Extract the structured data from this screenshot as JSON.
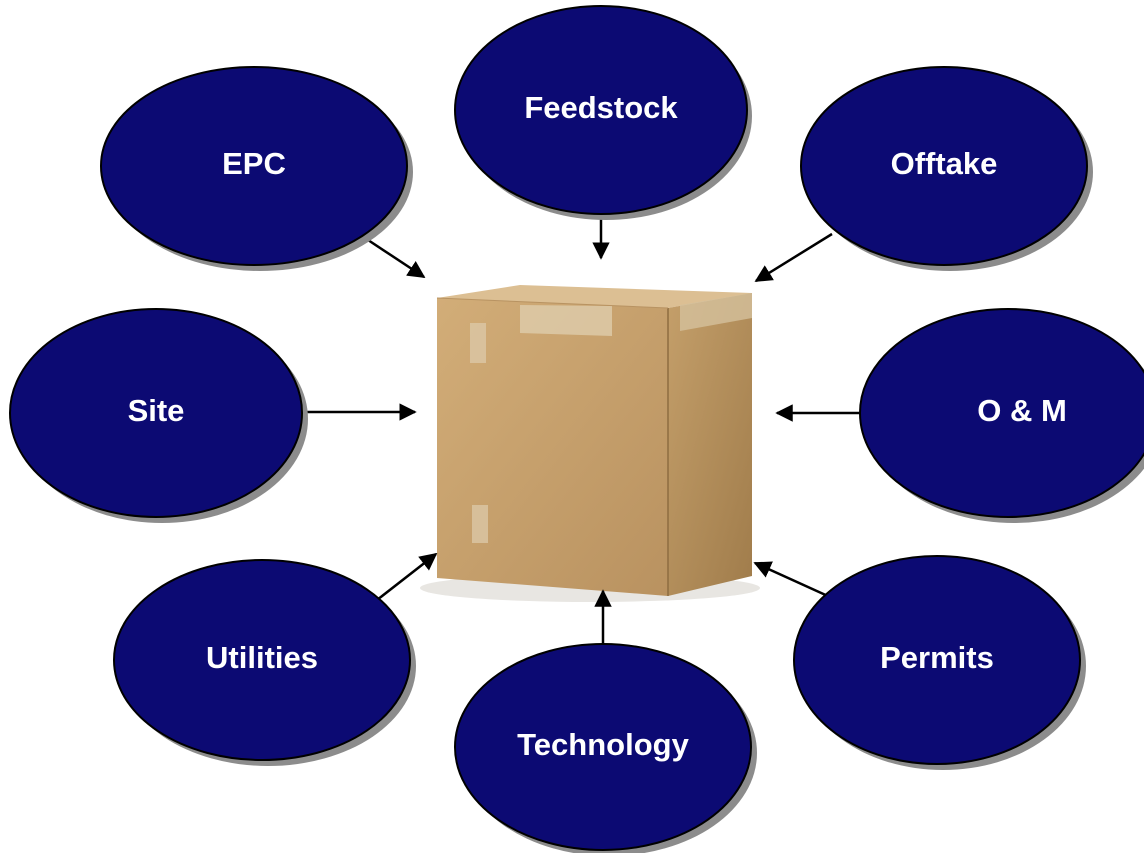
{
  "diagram": {
    "nodes": [
      {
        "id": "feedstock",
        "label": "Feedstock"
      },
      {
        "id": "epc",
        "label": "EPC"
      },
      {
        "id": "offtake",
        "label": "Offtake"
      },
      {
        "id": "site",
        "label": "Site"
      },
      {
        "id": "om",
        "label": "O & M"
      },
      {
        "id": "utilities",
        "label": "Utilities"
      },
      {
        "id": "permits",
        "label": "Permits"
      },
      {
        "id": "technology",
        "label": "Technology"
      }
    ],
    "center": {
      "id": "box",
      "image": "cardboard-box"
    },
    "edges": [
      {
        "from": "feedstock",
        "to": "box"
      },
      {
        "from": "epc",
        "to": "box"
      },
      {
        "from": "offtake",
        "to": "box"
      },
      {
        "from": "site",
        "to": "box"
      },
      {
        "from": "om",
        "to": "box"
      },
      {
        "from": "utilities",
        "to": "box"
      },
      {
        "from": "permits",
        "to": "box"
      },
      {
        "from": "technology",
        "to": "box"
      }
    ],
    "colors": {
      "node_fill": "#0c0a73",
      "node_stroke": "#000000",
      "node_shadow": "#8c8c8c",
      "label": "#ffffff",
      "arrow": "#000000",
      "box_main": "#c9a571",
      "box_side": "#ab8651",
      "box_top": "#d9bb8d",
      "box_tape": "#d8c7a6"
    }
  }
}
